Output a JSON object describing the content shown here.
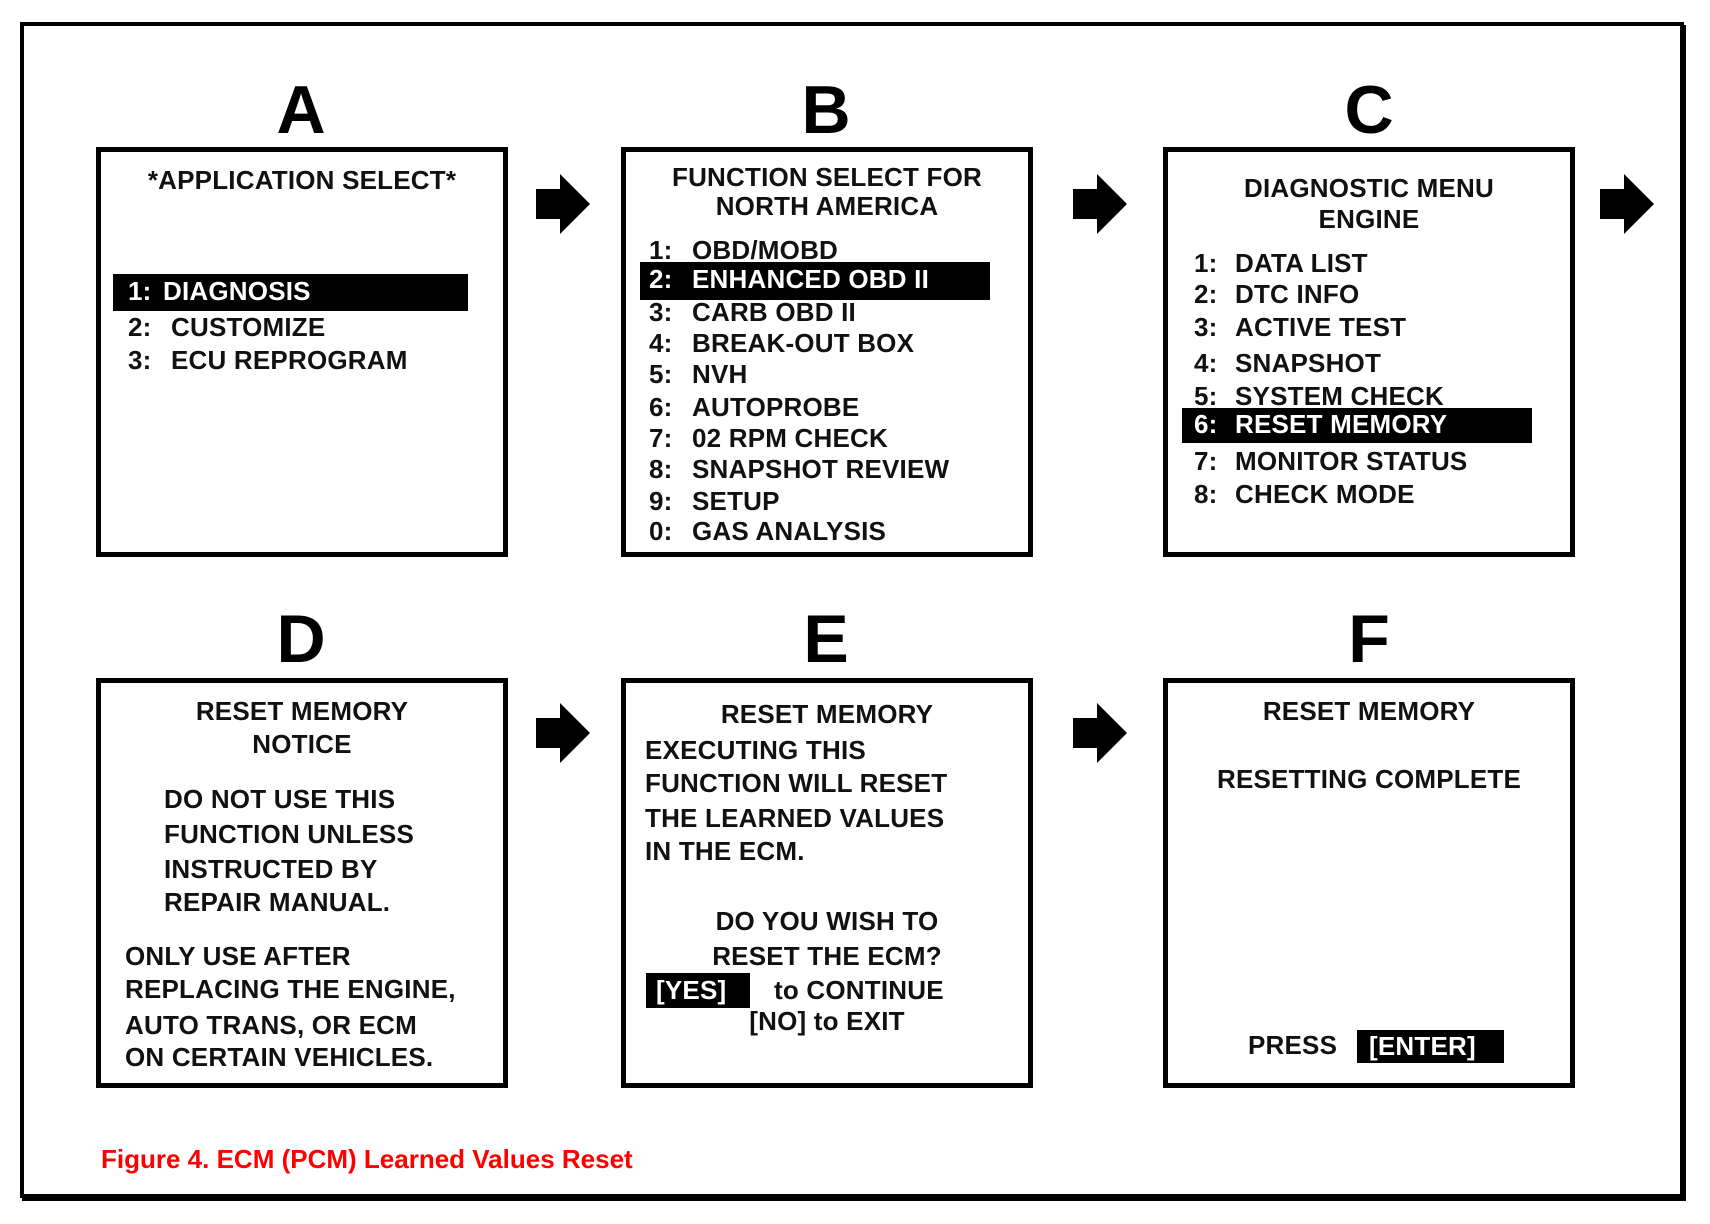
{
  "panels": {
    "a": {
      "letter": "A",
      "title": "*APPLICATION SELECT*",
      "items": [
        {
          "num": "1:",
          "label": "DIAGNOSIS"
        },
        {
          "num": "2:",
          "label": "CUSTOMIZE"
        },
        {
          "num": "3:",
          "label": "ECU REPROGRAM"
        }
      ],
      "selected": 0
    },
    "b": {
      "letter": "B",
      "title": [
        "FUNCTION SELECT FOR",
        "NORTH AMERICA"
      ],
      "items": [
        {
          "num": "1:",
          "label": "OBD/MOBD"
        },
        {
          "num": "2:",
          "label": "ENHANCED OBD II"
        },
        {
          "num": "3:",
          "label": "CARB OBD II"
        },
        {
          "num": "4:",
          "label": "BREAK-OUT BOX"
        },
        {
          "num": "5:",
          "label": "NVH"
        },
        {
          "num": "6:",
          "label": "AUTOPROBE"
        },
        {
          "num": "7:",
          "label": "02 RPM CHECK"
        },
        {
          "num": "8:",
          "label": "SNAPSHOT REVIEW"
        },
        {
          "num": "9:",
          "label": "SETUP"
        },
        {
          "num": "0:",
          "label": "GAS ANALYSIS"
        }
      ],
      "selected": 1
    },
    "c": {
      "letter": "C",
      "title": [
        "DIAGNOSTIC MENU",
        "ENGINE"
      ],
      "items": [
        {
          "num": "1:",
          "label": "DATA LIST"
        },
        {
          "num": "2:",
          "label": "DTC INFO"
        },
        {
          "num": "3:",
          "label": "ACTIVE TEST"
        },
        {
          "num": "4:",
          "label": "SNAPSHOT"
        },
        {
          "num": "5:",
          "label": "SYSTEM CHECK"
        },
        {
          "num": "6:",
          "label": "RESET MEMORY"
        },
        {
          "num": "7:",
          "label": "MONITOR STATUS"
        },
        {
          "num": "8:",
          "label": "CHECK MODE"
        }
      ],
      "selected": 5
    },
    "d": {
      "letter": "D",
      "title": [
        "RESET MEMORY",
        "NOTICE"
      ],
      "para1": [
        "DO NOT USE THIS",
        "FUNCTION UNLESS",
        "INSTRUCTED BY",
        "REPAIR MANUAL."
      ],
      "para2": [
        "ONLY USE AFTER",
        "REPLACING THE ENGINE,",
        "AUTO TRANS, OR ECM",
        "ON CERTAIN VEHICLES."
      ]
    },
    "e": {
      "letter": "E",
      "title": "RESET MEMORY",
      "para1": [
        "EXECUTING THIS",
        "FUNCTION WILL RESET",
        "THE LEARNED VALUES",
        "IN THE ECM."
      ],
      "question": [
        "DO YOU WISH TO",
        "RESET THE ECM?"
      ],
      "yes_key": "[YES]",
      "yes_text": "to CONTINUE",
      "no_line": "[NO] to EXIT"
    },
    "f": {
      "letter": "F",
      "title": "RESET MEMORY",
      "status": "RESETTING COMPLETE",
      "press": "PRESS",
      "enter_key": "[ENTER]"
    }
  },
  "caption": "Figure 4. ECM (PCM) Learned Values Reset",
  "colors": {
    "caption": "#ff0000",
    "highlight": "#000000"
  },
  "icons": [
    "arrow-right-icon"
  ]
}
